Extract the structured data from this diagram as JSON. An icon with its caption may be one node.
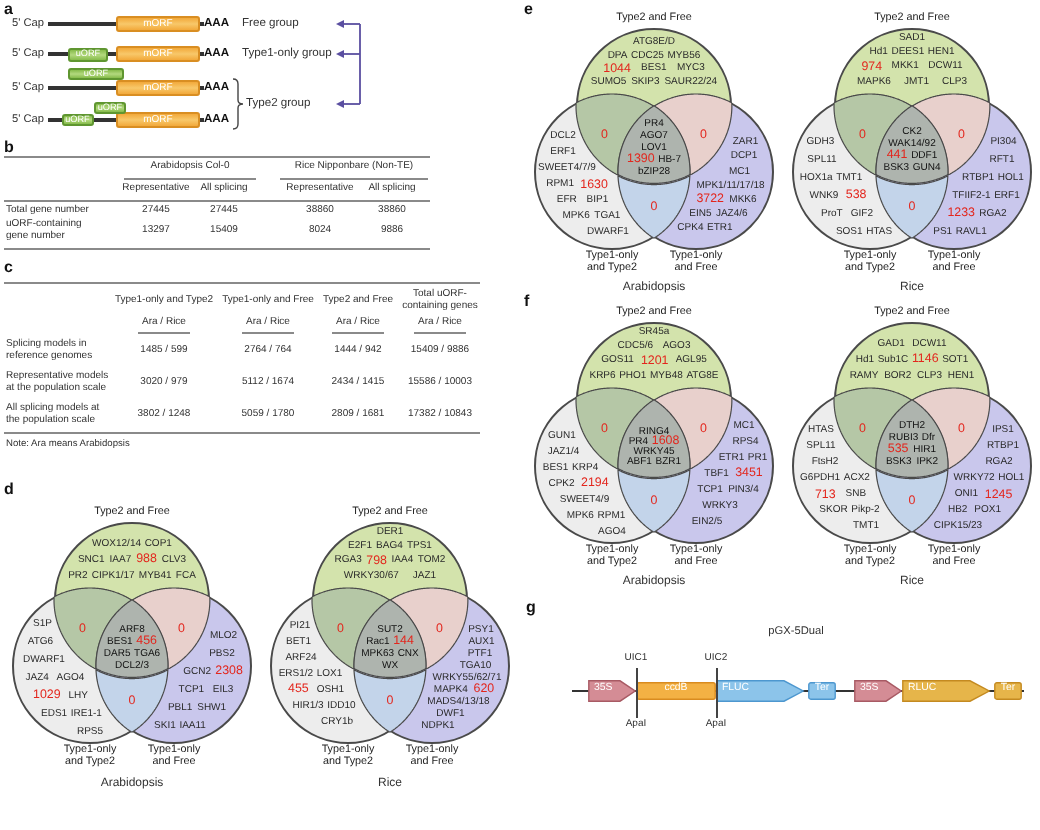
{
  "diagram": {
    "nodes": [
      {
        "text": [],
        "shape": "bar",
        "beside": [
          "5' Cap",
          "AAA"
        ]
      },
      {
        "text": [
          "mORF"
        ]
      },
      {
        "text": [],
        "shape": "bar",
        "beside": [
          "5' Cap",
          "AAA"
        ]
      },
      {
        "text": [
          "uORF"
        ]
      },
      {
        "text": [
          "mORF"
        ]
      },
      {
        "text": [],
        "shape": "bar",
        "beside": [
          "5' Cap",
          "AAA"
        ]
      },
      {
        "text": [
          "uORF"
        ]
      },
      {
        "text": [
          "mORF"
        ]
      },
      {
        "text": [],
        "shape": "bar",
        "beside": [
          "5' Cap",
          "AAA"
        ]
      },
      {
        "text": [
          "uORF"
        ]
      },
      {
        "text": [
          "uORF"
        ]
      },
      {
        "text": [
          "mORF"
        ]
      },
      {
        "text": [
          "Type2 and Free",
          "WOX12/14",
          "COP1",
          "SNC1",
          "IAA7",
          "988",
          "CLV3",
          "PR2",
          "CIPK1/17",
          "MYB41",
          "FCA"
        ]
      },
      {
        "text": [
          "Type1-only and Type2",
          "S1P",
          "ATG6",
          "DWARF1",
          "JAZ4",
          "AGO4",
          "1029",
          "LHY",
          "EDS1",
          "IRE1-1",
          "RPS5"
        ]
      },
      {
        "text": [
          "Type1-only and Free",
          "MLO2",
          "PBS2",
          "GCN2",
          "2308",
          "TCP1",
          "EIL3",
          "PBL1",
          "SHW1",
          "SKI1",
          "IAA11"
        ]
      },
      {
        "text": [
          "0"
        ]
      },
      {
        "text": [
          "0"
        ]
      },
      {
        "text": [
          "ARF8",
          "BES1",
          "456",
          "DAR5",
          "TGA6",
          "DCL2/3"
        ]
      },
      {
        "text": [
          "0"
        ]
      },
      {
        "text": [
          "Type2 and Free",
          "DER1",
          "E2F1",
          "BAG4",
          "TPS1",
          "RGA3",
          "798",
          "IAA4",
          "TOM2",
          "WRKY30/67",
          "JAZ1"
        ]
      },
      {
        "text": [
          "Type1-only and Type2",
          "PI21",
          "BET1",
          "ARF24",
          "ERS1/2",
          "LOX1",
          "455",
          "OSH1",
          "HIR1/3",
          "IDD10",
          "CRY1b"
        ]
      },
      {
        "text": [
          "Type1-only and Free",
          "PSY1",
          "AUX1",
          "PTF1",
          "TGA10",
          "WRKY55/62/71",
          "MAPK4",
          "620",
          "MADS4/13/18",
          "DWF1",
          "NDPK1"
        ]
      },
      {
        "text": [
          "0"
        ]
      },
      {
        "text": [
          "0"
        ]
      },
      {
        "text": [
          "SUT2",
          "Rac1",
          "144",
          "MPK63",
          "CNX",
          "WX"
        ]
      },
      {
        "text": [
          "0"
        ]
      },
      {
        "text": [
          "Type2 and Free",
          "ATG8E/D",
          "DPA",
          "CDC25",
          "MYB56",
          "1044",
          "BES1",
          "MYC3",
          "SUMO5",
          "SKIP3",
          "SAUR22/24"
        ]
      },
      {
        "text": [
          "Type1-only and Type2",
          "DCL2",
          "ERF1",
          "SWEET4/7/9",
          "RPM1",
          "1630",
          "EFR",
          "BIP1",
          "MPK6",
          "TGA1",
          "DWARF1"
        ]
      },
      {
        "text": [
          "Type1-only and Free",
          "ZAR1",
          "DCP1",
          "MC1",
          "MPK1/11/17/18",
          "3722",
          "MKK6",
          "EIN5",
          "JAZ4/6",
          "CPK4",
          "ETR1"
        ]
      },
      {
        "text": [
          "0"
        ]
      },
      {
        "text": [
          "0"
        ]
      },
      {
        "text": [
          "PR4",
          "AGO7",
          "LOV1",
          "1390",
          "HB-7",
          "bZIP28"
        ]
      },
      {
        "text": [
          "0"
        ]
      },
      {
        "text": [
          "Type2 and Free",
          "SAD1",
          "Hd1",
          "DEES1",
          "HEN1",
          "974",
          "MKK1",
          "DCW11",
          "MAPK6",
          "JMT1",
          "CLP3"
        ]
      },
      {
        "text": [
          "Type1-only and Type2",
          "GDH3",
          "SPL11",
          "HOX1a",
          "TMT1",
          "WNK9",
          "538",
          "ProT",
          "GIF2",
          "SOS1",
          "HTAS"
        ]
      },
      {
        "text": [
          "Type1-only and Free",
          "PI304",
          "RFT1",
          "RTBP1",
          "HOL1",
          "TFIIF2-1",
          "ERF1",
          "1233",
          "RGA2",
          "PS1",
          "RAVL1"
        ]
      },
      {
        "text": [
          "0"
        ]
      },
      {
        "text": [
          "0"
        ]
      },
      {
        "text": [
          "CK2",
          "WAK14/92",
          "441",
          "DDF1",
          "BSK3",
          "GUN4"
        ]
      },
      {
        "text": [
          "0"
        ]
      },
      {
        "text": [
          "Type2 and Free",
          "SR45a",
          "CDC5/6",
          "AGO3",
          "GOS11",
          "1201",
          "AGL95",
          "KRP6",
          "PHO1",
          "MYB48",
          "ATG8E"
        ]
      },
      {
        "text": [
          "Type1-only and Type2",
          "GUN1",
          "JAZ1/4",
          "BES1",
          "KRP4",
          "CPK2",
          "2194",
          "SWEET4/9",
          "MPK6",
          "RPM1",
          "AGO4"
        ]
      },
      {
        "text": [
          "Type1-only and Free",
          "MC1",
          "RPS4",
          "ETR1",
          "PR1",
          "TBF1",
          "3451",
          "TCP1",
          "PIN3/4",
          "WRKY3",
          "EIN2/5"
        ]
      },
      {
        "text": [
          "0"
        ]
      },
      {
        "text": [
          "0"
        ]
      },
      {
        "text": [
          "RING4",
          "PR4",
          "1608",
          "WRKY45",
          "ABF1",
          "BZR1"
        ]
      },
      {
        "text": [
          "0"
        ]
      },
      {
        "text": [
          "Type2 and Free",
          "GAD1",
          "DCW11",
          "Hd1",
          "Sub1C",
          "1146",
          "SOT1",
          "RAMY",
          "BOR2",
          "CLP3",
          "HEN1"
        ]
      },
      {
        "text": [
          "Type1-only and Type2",
          "HTAS",
          "SPL11",
          "FtsH2",
          "G6PDH1",
          "ACX2",
          "713",
          "SNB",
          "SKOR",
          "Pikp-2",
          "TMT1"
        ]
      },
      {
        "text": [
          "Type1-only and Free",
          "IPS1",
          "RTBP1",
          "RGA2",
          "WRKY72",
          "HOL1",
          "ONI1",
          "1245",
          "HB2",
          "POX1",
          "CIPK15/23"
        ]
      },
      {
        "text": [
          "0"
        ]
      },
      {
        "text": [
          "0"
        ]
      },
      {
        "text": [
          "DTH2",
          "RUBI3",
          "Dfr",
          "535",
          "HIR1",
          "BSK3",
          "IPK2"
        ]
      },
      {
        "text": [
          "0"
        ]
      },
      {
        "text": [
          "35S"
        ]
      },
      {
        "text": [
          "ccdB"
        ]
      },
      {
        "text": [
          "FLUC"
        ]
      },
      {
        "text": [
          "Ter"
        ]
      },
      {
        "text": [
          "35S"
        ]
      },
      {
        "text": [
          "RLUC"
        ]
      },
      {
        "text": [
          "Ter"
        ]
      }
    ],
    "labels": [
      "a",
      "Free group",
      "Type1-only group",
      "Type2 group",
      "b",
      "Arabidopsis Col-0",
      "Rice Nipponbare (Non-TE)",
      "Representative",
      "All splicing",
      "Representative",
      "All splicing",
      "Total gene number",
      "27445",
      "27445",
      "38860",
      "38860",
      "uORF-containing gene number",
      "13297",
      "15409",
      "8024",
      "9886",
      "c",
      "Type1-only and Type2",
      "Type1-only and Free",
      "Type2 and Free",
      "Total uORF-containing genes",
      "Ara / Rice",
      "Ara / Rice",
      "Ara / Rice",
      "Ara / Rice",
      "Splicing models in reference genomes",
      "1485 / 599",
      "2764 / 764",
      "1444 / 942",
      "15409 / 9886",
      "Representative models at the population scale",
      "3020 / 979",
      "5112 / 1674",
      "2434 / 1415",
      "15586 / 10003",
      "All splicing models at the population scale",
      "3802 / 1248",
      "5059 / 1780",
      "2809 / 1681",
      "17382 / 10843",
      "Note: Ara means Arabidopsis",
      "d",
      "Arabidopsis",
      "Rice",
      "e",
      "Arabidopsis",
      "Rice",
      "f",
      "Arabidopsis",
      "Rice",
      "g",
      "pGX-5Dual",
      "UIC1",
      "UIC2",
      "ApaI",
      "ApaI"
    ]
  }
}
